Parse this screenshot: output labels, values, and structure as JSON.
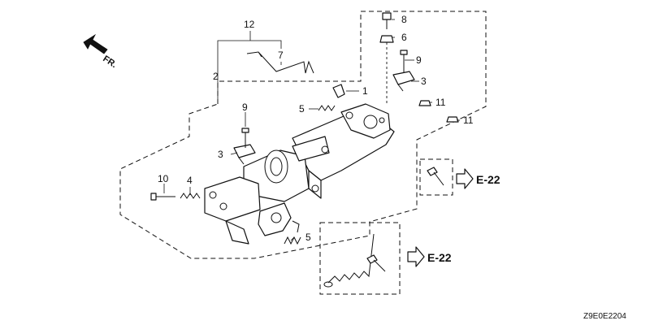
{
  "direction_label": "FR.",
  "callouts": {
    "c1": "1",
    "c2": "2",
    "c3a": "3",
    "c3b": "3",
    "c4": "4",
    "c5a": "5",
    "c5b": "5",
    "c6": "6",
    "c7": "7",
    "c8": "8",
    "c9a": "9",
    "c9b": "9",
    "c10": "10",
    "c11a": "11",
    "c11b": "11",
    "c12": "12"
  },
  "references": {
    "ref_upper": "E-22",
    "ref_lower": "E-22"
  },
  "diagram_code": "Z9E0E2204"
}
